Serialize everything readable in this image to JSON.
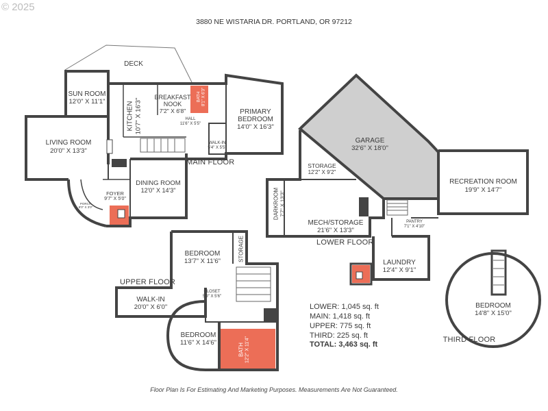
{
  "copyright": "© 2025",
  "address": "3880 NE WISTARIA DR. PORTLAND, OR 97212",
  "disclaimer": "Floor Plan Is For Estimating And Marketing Purposes. Measurements Are Not Guaranteed.",
  "floors": {
    "main": "MAIN FLOOR",
    "lower": "LOWER FLOOR",
    "upper": "UPPER FLOOR",
    "third": "THIRD FLOOR"
  },
  "main_rooms": {
    "deck": "DECK",
    "sun_room": {
      "name": "SUN ROOM",
      "dim": "12'0\" X 11'1\""
    },
    "living_room": {
      "name": "LIVING ROOM",
      "dim": "20'0\" X 13'3\""
    },
    "kitchen": {
      "name": "KITCHEN",
      "dim": "10'7\" X 16'3\""
    },
    "breakfast_nook": {
      "name1": "BREAKFAST",
      "name2": "NOOK",
      "dim": "7'2\" X 6'8\""
    },
    "bath": {
      "name": "BATH",
      "dim": "8'1\" X 6'3\""
    },
    "hall": {
      "name": "HALL",
      "dim": "11'6\" X 5'5\""
    },
    "primary_bedroom": {
      "name1": "PRIMARY",
      "name2": "BEDROOM",
      "dim": "14'0\" X 16'3\""
    },
    "walk_in": {
      "name": "WALK-IN",
      "dim": "5'4\" X 5'5\""
    },
    "dining_room": {
      "name": "DINING ROOM",
      "dim": "12'0\" X 14'3\""
    },
    "foyer": {
      "name": "FOYER",
      "dim": "9'7\" X 5'0\""
    },
    "porch": {
      "name": "PORCH",
      "dim": "8'0\" X 3'0\""
    }
  },
  "lower_rooms": {
    "garage": {
      "name": "GARAGE",
      "dim": "32'6\" X 18'0\""
    },
    "recreation_room": {
      "name": "RECREATION ROOM",
      "dim": "19'9\" X 14'7\""
    },
    "storage": {
      "name": "STORAGE",
      "dim": "12'2\" X 9'2\""
    },
    "darkroom": {
      "name": "DARKROOM",
      "dim": "7'7\" X 13'3\""
    },
    "mech_storage": {
      "name": "MECH/STORAGE",
      "dim": "21'6\" X 13'3\""
    },
    "pantry": {
      "name": "PANTRY",
      "dim": "7'1\" X 4'10\""
    },
    "laundry": {
      "name": "LAUNDRY",
      "dim": "12'4\" X 9'1\""
    }
  },
  "upper_rooms": {
    "bedroom_top": {
      "name": "BEDROOM",
      "dim": "13'7\" X 11'6\""
    },
    "storage": "STORAGE",
    "walk_in": {
      "name": "WALK-IN",
      "dim": "20'0\" X 6'0\""
    },
    "closet": {
      "name": "CLOSET",
      "dim": "5'9\" X 5'6\""
    },
    "bedroom_round": {
      "name": "BEDROOM",
      "dim": "11'6\" X 14'6\""
    },
    "bath": {
      "name": "BATH",
      "dim": "12'2\" X 11'4\""
    }
  },
  "third_rooms": {
    "bedroom": {
      "name": "BEDROOM",
      "dim": "14'8\" X 15'0\""
    }
  },
  "areas": {
    "lower": "LOWER: 1,045 sq. ft",
    "main": "MAIN: 1,418 sq. ft",
    "upper": "UPPER: 775 sq. ft",
    "third": "THIRD: 225 sq. ft",
    "total": "TOTAL: 3,463 sq. ft"
  },
  "colors": {
    "wall": "#444444",
    "bath_fill": "#ec6e57",
    "garage_fill": "#cfcfcf",
    "background": "#ffffff"
  }
}
